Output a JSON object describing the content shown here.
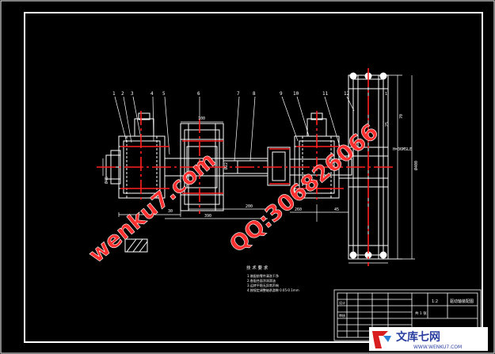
{
  "drawing": {
    "part_numbers": [
      "1",
      "2",
      "3",
      "4",
      "5",
      "6",
      "7",
      "8",
      "9",
      "10",
      "11",
      "12"
    ],
    "dimensions": {
      "gear_width": "100",
      "top_right": "1",
      "pulley_height_right": "25",
      "pulley_label": "H=36MSLE",
      "shaft_dia": "Ø22",
      "hub_dia": "Ø45",
      "left_length": "30",
      "span_1": "200",
      "span_2": "390",
      "span_3": "260",
      "span_4": "45",
      "overall_height": "Ø400",
      "side_len": "70"
    },
    "notes_title": "技 术 要 求",
    "notes_lines": [
      "1.装配前零件清洗干净",
      "2.各配合面涂润滑油",
      "3.运转平稳无异常声响",
      "4.按规定调整轴承游隙 0.05-0.1mm"
    ]
  },
  "title_block": {
    "drawing_name": "驱动轴装配图",
    "scale": "1:2",
    "sheet": "共 1 张",
    "designer": "设计",
    "checker": "审核"
  },
  "watermarks": {
    "site": "wenku7.com",
    "qq": "QQ:306826066",
    "logo_text": "文库七网",
    "logo_url": "WWW.WENKU7.COM"
  },
  "colors": {
    "background": "#000000",
    "line": "#ffffff",
    "centerline": "#ff2020",
    "watermark": "#ff3030"
  }
}
